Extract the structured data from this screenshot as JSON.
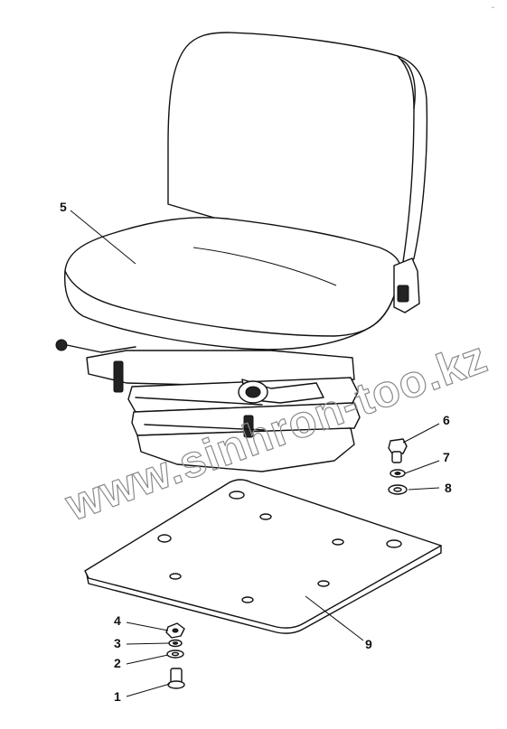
{
  "diagram": {
    "corner_mark": "ⁿⁿ ",
    "watermark": "www.sinhron-too.kz",
    "callouts": {
      "p1": "1",
      "p2": "2",
      "p3": "3",
      "p4": "4",
      "p5": "5",
      "p6": "6",
      "p7": "7",
      "p8": "8",
      "p9": "9"
    }
  }
}
